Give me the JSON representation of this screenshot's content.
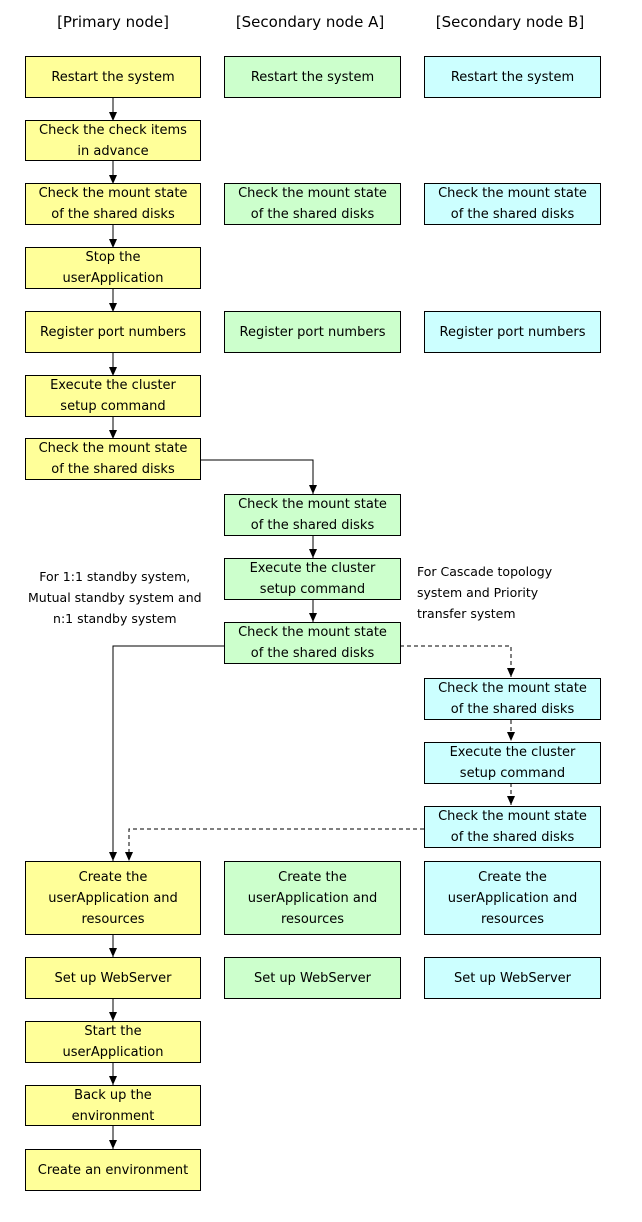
{
  "colors": {
    "primary": "#ffff99",
    "secondary_a": "#ccffcc",
    "secondary_b": "#ccffff",
    "line": "#000000"
  },
  "headers": {
    "primary": "[Primary node]",
    "secondary_a": "[Secondary node A]",
    "secondary_b": "[Secondary node B]"
  },
  "boxes": {
    "p_restart": [
      "Restart the system"
    ],
    "a_restart": [
      "Restart the system"
    ],
    "b_restart": [
      "Restart the system"
    ],
    "p_check_items": [
      "Check the check items",
      "in advance"
    ],
    "p_mount1": [
      "Check the mount state",
      "of the shared disks"
    ],
    "a_mount1": [
      "Check the mount state",
      "of the shared disks"
    ],
    "b_mount1": [
      "Check the mount state",
      "of the shared disks"
    ],
    "p_stop_app": [
      "Stop the",
      "userApplication"
    ],
    "p_ports": [
      "Register port numbers"
    ],
    "a_ports": [
      "Register port numbers"
    ],
    "b_ports": [
      "Register port numbers"
    ],
    "p_cluster_setup": [
      "Execute the cluster",
      "setup command"
    ],
    "p_mount2": [
      "Check the mount state",
      "of the shared disks"
    ],
    "a_mount2": [
      "Check the mount state",
      "of the shared disks"
    ],
    "a_cluster_setup": [
      "Execute the cluster",
      "setup command"
    ],
    "a_mount3": [
      "Check the mount state",
      "of the shared disks"
    ],
    "b_mount2": [
      "Check the mount state",
      "of the shared disks"
    ],
    "b_cluster_setup": [
      "Execute the cluster",
      "setup command"
    ],
    "b_mount3": [
      "Check the mount state",
      "of the shared disks"
    ],
    "p_create_app": [
      "Create the",
      "userApplication and",
      "resources"
    ],
    "a_create_app": [
      "Create the",
      "userApplication and",
      "resources"
    ],
    "b_create_app": [
      "Create the",
      "userApplication and",
      "resources"
    ],
    "p_webserver": [
      "Set up WebServer"
    ],
    "a_webserver": [
      "Set up WebServer"
    ],
    "b_webserver": [
      "Set up WebServer"
    ],
    "p_start_app": [
      "Start the",
      "userApplication"
    ],
    "p_backup": [
      "Back up the",
      "environment"
    ],
    "p_create_env": [
      "Create an environment"
    ]
  },
  "notes": {
    "left": [
      "For 1:1 standby system,",
      "Mutual standby system and",
      "n:1 standby system"
    ],
    "right": [
      "For Cascade topology",
      "system and Priority",
      "transfer system"
    ]
  }
}
